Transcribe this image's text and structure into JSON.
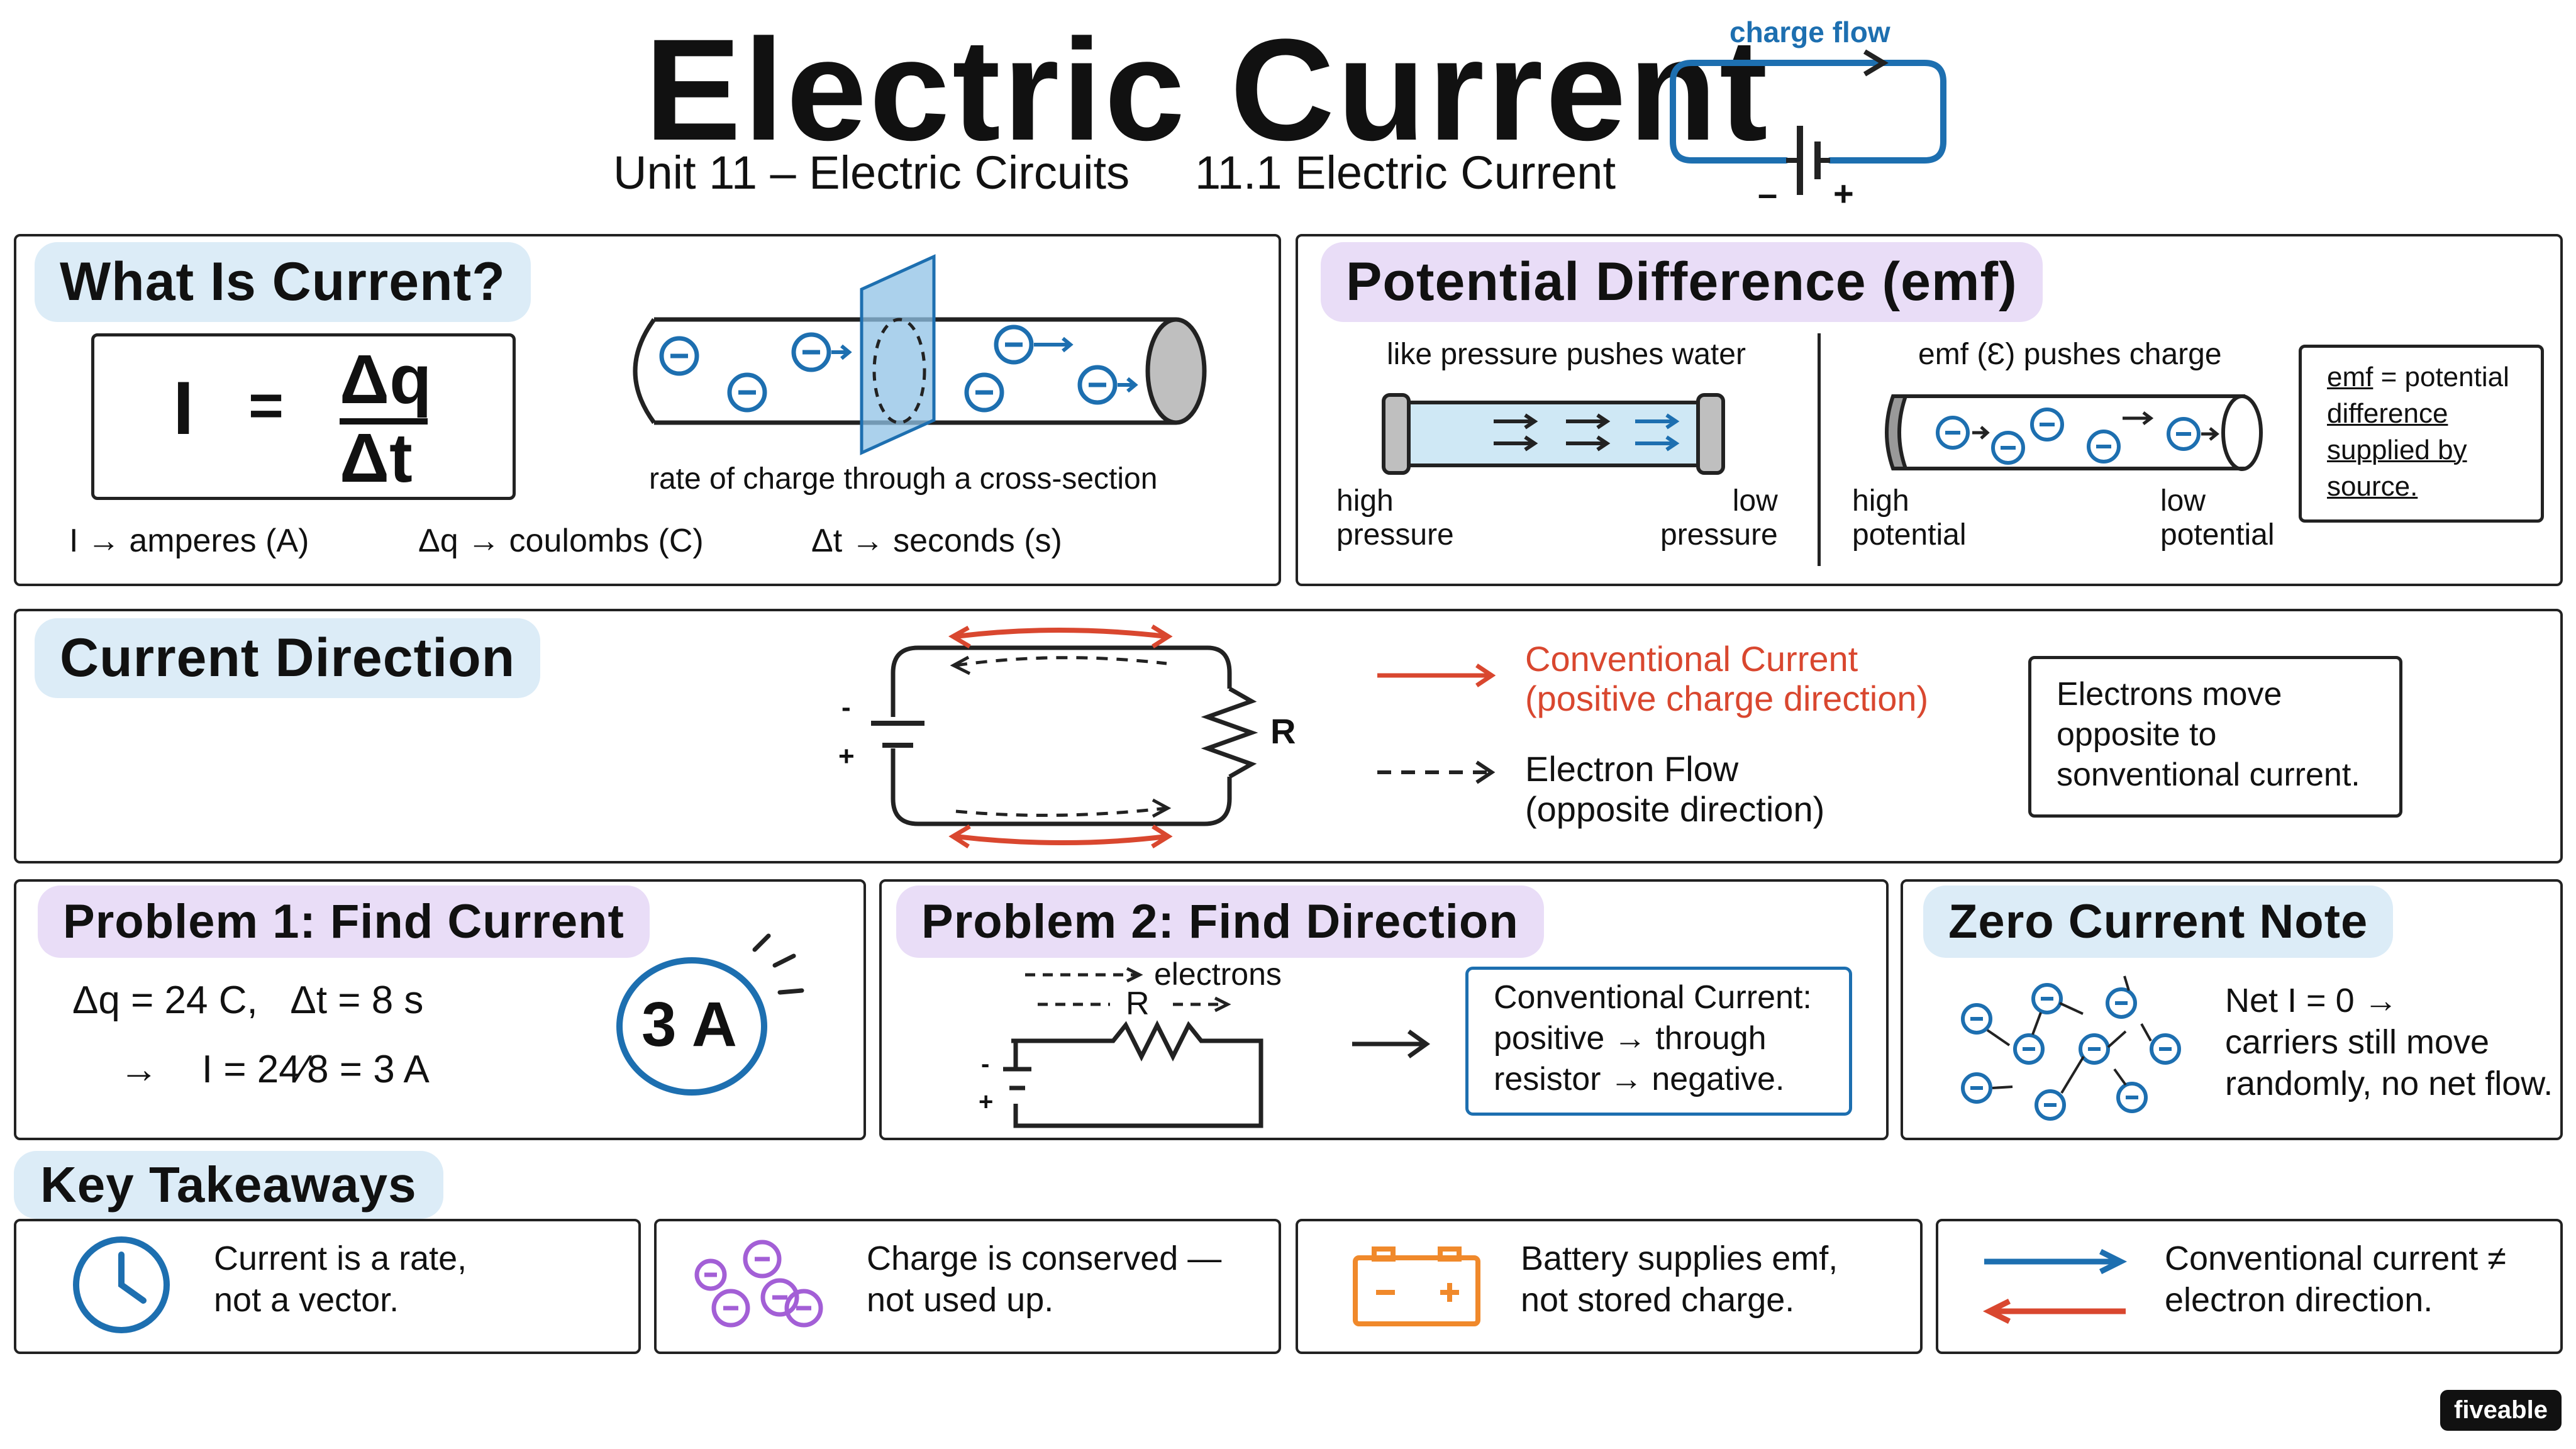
{
  "header": {
    "title": "Electric Current",
    "subtitle_unit": "Unit 11 – Electric Circuits",
    "subtitle_topic": "11.1 Electric Current",
    "icon_label": "charge flow",
    "icon_minus": "–",
    "icon_plus": "+"
  },
  "what_is_current": {
    "title": "What Is Current?",
    "formula_lhs": "I",
    "formula_eq": "=",
    "formula_num": "Δq",
    "formula_den": "Δt",
    "caption": "rate of charge through a cross-section",
    "unit_i": "I → amperes (A)",
    "unit_q": "Δq → coulombs (C)",
    "unit_t": "Δt → seconds (s)"
  },
  "potential_difference": {
    "title": "Potential Difference (emf)",
    "left_caption": "like pressure pushes water",
    "right_caption": "emf (Ɛ) pushes charge",
    "left_high": "high\npressure",
    "left_low": "low\npressure",
    "right_high": "high\npotential",
    "right_low": "low\npotential",
    "note_l1": "emf",
    "note_l1b": " = potential",
    "note_l2": "difference",
    "note_l3": "supplied by",
    "note_l4": "source."
  },
  "current_direction": {
    "title": "Current Direction",
    "resistor_label": "R",
    "battery_minus": "-",
    "battery_plus": "+",
    "legend_conv_1": "Conventional Current",
    "legend_conv_2": "(positive charge direction)",
    "legend_elec_1": "Electron Flow",
    "legend_elec_2": "(opposite direction)",
    "note": "Electrons move\nopposite to\nsonventional current.",
    "colors": {
      "conventional": "#d9472f",
      "electron": "#222222"
    }
  },
  "problem1": {
    "title": "Problem 1: Find Current",
    "given": "Δq = 24 C,   Δt = 8 s",
    "solution": "→    I = 24⁄8 = 3 A",
    "answer": "3 A"
  },
  "problem2": {
    "title": "Problem 2: Find Direction",
    "electrons_label": "electrons",
    "resistor_label": "R",
    "minus": "-",
    "plus": "+",
    "answer_l1": "Conventional Current:",
    "answer_l2": "positive → through",
    "answer_l3": "resistor → negative."
  },
  "zero_current": {
    "title": "Zero Current Note",
    "text": "Net I = 0 →\ncarriers still move\nrandomly, no net flow."
  },
  "key_takeaways": {
    "title": "Key Takeaways",
    "items": [
      {
        "icon": "clock-icon",
        "text": "Current is a rate,\nnot a vector."
      },
      {
        "icon": "charges-icon",
        "text": "Charge is conserved —\nnot used up."
      },
      {
        "icon": "battery-icon",
        "text": "Battery supplies emf,\nnot stored charge."
      },
      {
        "icon": "opposite-arrows-icon",
        "text": "Conventional current ≠\nelectron direction."
      }
    ]
  },
  "brand": "fiveable",
  "colors": {
    "blue": "#1d6fb0",
    "red": "#d9472f",
    "purple_highlight": "#e9ddf7",
    "blue_highlight": "#dcecf7",
    "orange": "#f0892b",
    "violet": "#a35fd6"
  }
}
